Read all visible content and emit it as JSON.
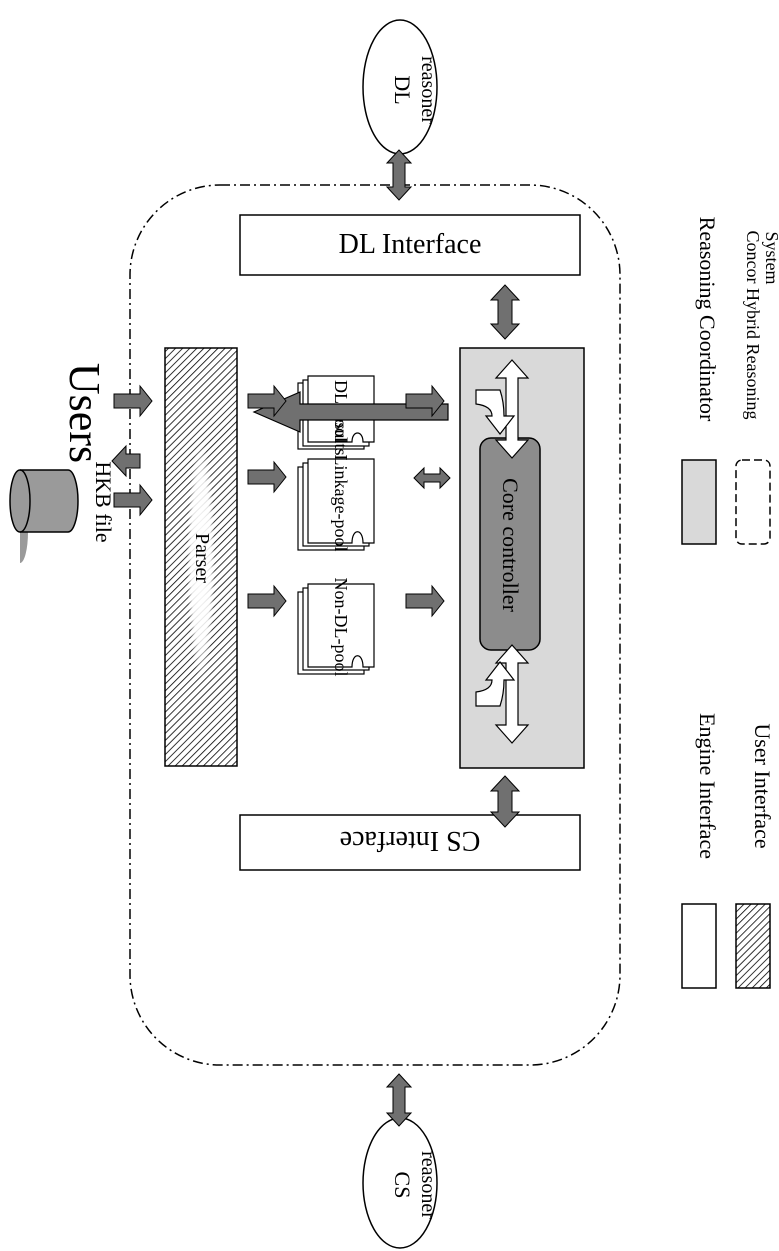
{
  "labels": {
    "users": "Users",
    "hkb_file": "HKB file",
    "parser": "Parser",
    "dl_reasoner_line1": "DL",
    "dl_reasoner_line2": "reasoner",
    "cs_reasoner_line1": "CS",
    "cs_reasoner_line2": "reasoner",
    "dl_interface": "DL Interface",
    "cs_interface": "CS Interface",
    "dl_pool": "DL-pool",
    "linkage_pool": "Linkage-pool",
    "non_dl_pool": "Non-DL-pool",
    "results": "results",
    "core_controller": "Core controller"
  },
  "legend": {
    "engine_interface": "Engine Interface",
    "user_interface": "User Interface",
    "reasoning_coordinator": "Reasoning Coordinator",
    "hybrid_line1": "Concor Hybrid Reasoning",
    "hybrid_line2": "System"
  },
  "colors": {
    "arrow_fill": "#707070",
    "coordinator_fill": "#d9d9d9",
    "core_controller_fill": "#8c8c8c",
    "database_fill": "#9a9a9a"
  }
}
